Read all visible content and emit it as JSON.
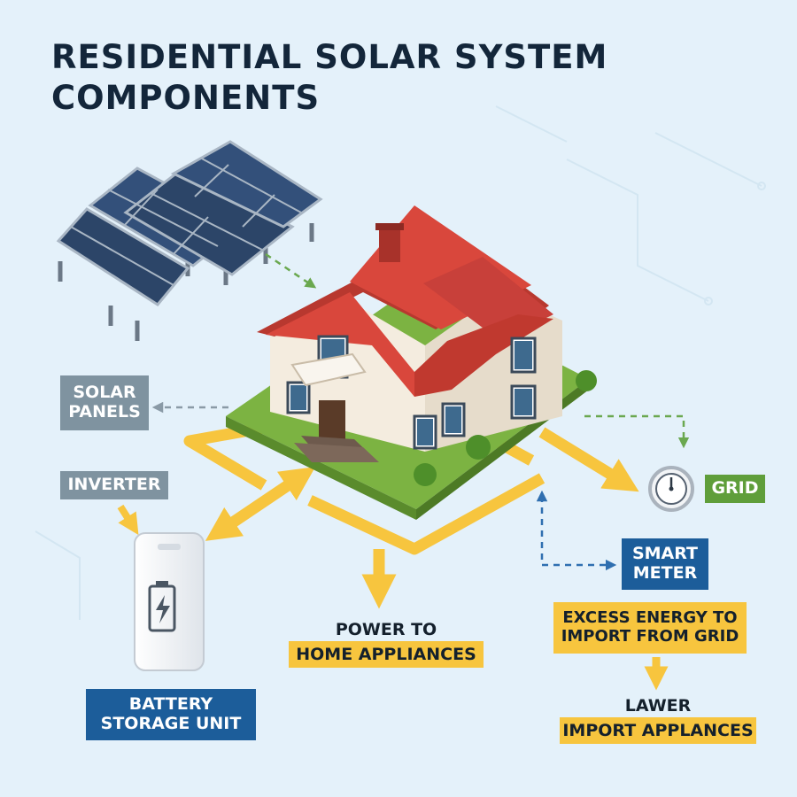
{
  "title": {
    "line1": "RESIDENTIAL SOLAR SYSTEM",
    "line2": "COMPONENTS"
  },
  "labels": {
    "solar_panels": {
      "line1": "SOLAR",
      "line2": "PANELS"
    },
    "inverter": "INVERTER",
    "battery": {
      "line1": "BATTERY",
      "line2": "STORAGE UNIT"
    },
    "grid": "GRID",
    "smart_meter": {
      "line1": "SMART",
      "line2": "METER"
    },
    "power_home": {
      "line1": "POWER TO",
      "line2": "HOME APPLIANCES"
    },
    "excess_energy": {
      "line1": "EXCESS ENERGY TO",
      "line2": "IMPORT FROM GRID"
    },
    "lower_import": {
      "line1": "LAWER",
      "line2": "IMPORT APPLANCES"
    }
  },
  "icons": {
    "battery": "battery-charge-icon",
    "meter": "gauge-meter-icon"
  },
  "colors": {
    "background": "#e4f1fa",
    "title": "#13263a",
    "energy_flow": "#f7c53e",
    "roof": "#d9473c",
    "panel": "#2c4568",
    "lawn": "#7cb342",
    "label_gray": "#7f93a0",
    "label_blue": "#1c5d9a",
    "label_green": "#5f9e3a",
    "dashed_green": "#6aa84f",
    "dashed_blue": "#2f6fb0",
    "dashed_gray": "#8a9aa6"
  }
}
